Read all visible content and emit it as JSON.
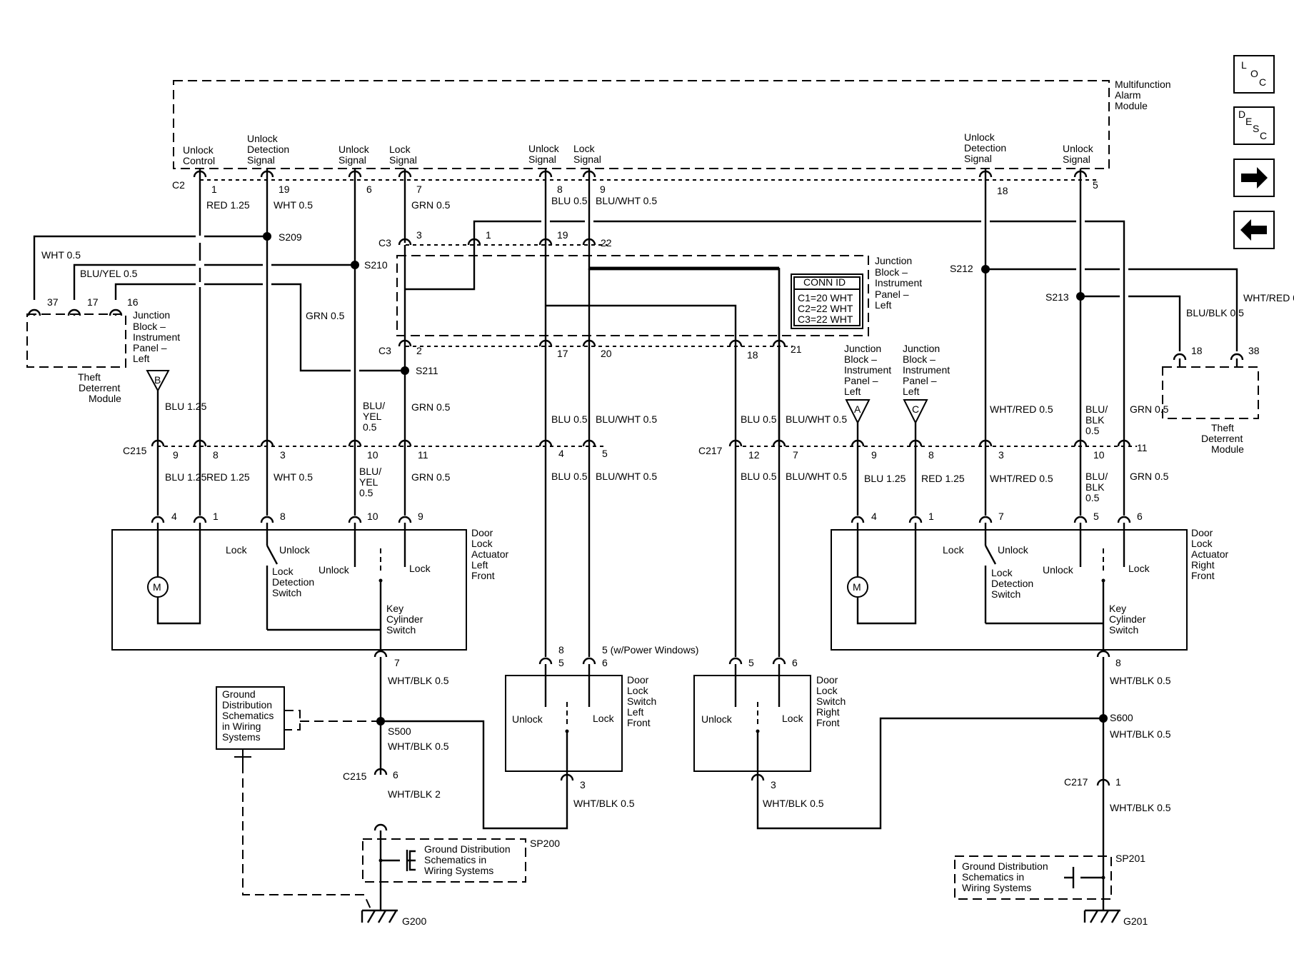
{
  "modules": {
    "alarm": "Multifunction Alarm Module",
    "jb": "Junction Block – Instrument Panel – Left",
    "theft_left": "Theft Deterrent Module",
    "theft_right": "Theft Deterrent Module",
    "jb_ref_b": "Junction Block – Instrument Panel – Left",
    "jb_ref_a": "Junction Block – Instrument Panel – Left",
    "jb_ref_c": "Junction Block – Instrument Panel – Left",
    "door_lf": "Door Lock Actuator Left Front",
    "door_rf": "Door Lock Actuator Right Front",
    "switch_lf": "Door Lock Switch Left Front",
    "switch_rf": "Door Lock Switch Right Front",
    "ground_box": "Ground Distribution Schematics in Wiring Systems",
    "ground_sp200": "Ground Distribution Schematics in Wiring Systems",
    "ground_sp201": "Ground Distribution Schematics in Wiring Systems"
  },
  "conn_id": {
    "title": "CONN ID",
    "rows": [
      "C1=20 WHT",
      "C2=22 WHT",
      "C3=22 WHT"
    ]
  },
  "signals": {
    "unlock_control": "Unlock Control",
    "unlock_detection": "Unlock Detection Signal",
    "unlock": "Unlock Signal",
    "lock": "Lock Signal"
  },
  "connectors": {
    "c2": "C2",
    "c3": "C3",
    "c215": "C215",
    "c217": "C217"
  },
  "splices": {
    "s209": "S209",
    "s210": "S210",
    "s211": "S211",
    "s212": "S212",
    "s213": "S213",
    "s500": "S500",
    "s600": "S600",
    "sp200": "SP200",
    "sp201": "SP201"
  },
  "grounds": {
    "g200": "G200",
    "g201": "G201"
  },
  "wires": {
    "red125": "RED 1.25",
    "wht05": "WHT 0.5",
    "grn05": "GRN 0.5",
    "blu05": "BLU 0.5",
    "bluwht05": "BLU/WHT 0.5",
    "bluyel05": "BLU/YEL 0.5",
    "blu125": "BLU 1.25",
    "whtred05": "WHT/RED 0.5",
    "blublk05": "BLU/BLK 0.5",
    "whtblk05": "WHT/BLK 0.5",
    "whtblk2": "WHT/BLK 2"
  },
  "switch_labels": {
    "lock": "Lock",
    "unlock": "Unlock",
    "lock_detection_switch": "Lock Detection Switch",
    "key_cylinder_switch": "Key Cylinder Switch",
    "motor": "M",
    "power_windows": "5 (w/Power Windows)"
  },
  "refs": {
    "a": "A",
    "b": "B",
    "c": "C"
  },
  "nav": {
    "loc": "LOC",
    "desc": "DESC",
    "next_icon": "arrow-right-icon",
    "prev_icon": "arrow-left-icon"
  }
}
